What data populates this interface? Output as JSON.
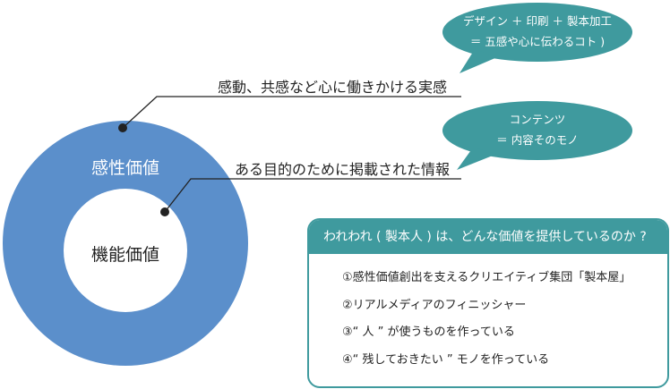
{
  "donut": {
    "outer_label": "感性価値",
    "inner_label": "機能価値",
    "colors": {
      "ring": "#5b8fcb",
      "accent": "#3f9a9e"
    }
  },
  "callouts": [
    {
      "label": "感動、共感など心に働きかける実感",
      "bubble": [
        "デザイン ＋ 印刷 ＋ 製本加工",
        "＝ 五感や心に伝わるコト )"
      ]
    },
    {
      "label": "ある目的のために掲載された情報",
      "bubble": [
        "コンテンツ",
        "＝ 内容そのモノ"
      ]
    }
  ],
  "box": {
    "title": "われわれ ( 製本人 ) は、どんな価値を提供しているのか ?",
    "items": [
      "①感性価値創出を支えるクリエイティブ集団「製本屋」",
      "②リアルメディアのフィニッシャー",
      "③“ 人 ” が使うものを作っている",
      "④“ 残しておきたい ” モノを作っている"
    ]
  }
}
